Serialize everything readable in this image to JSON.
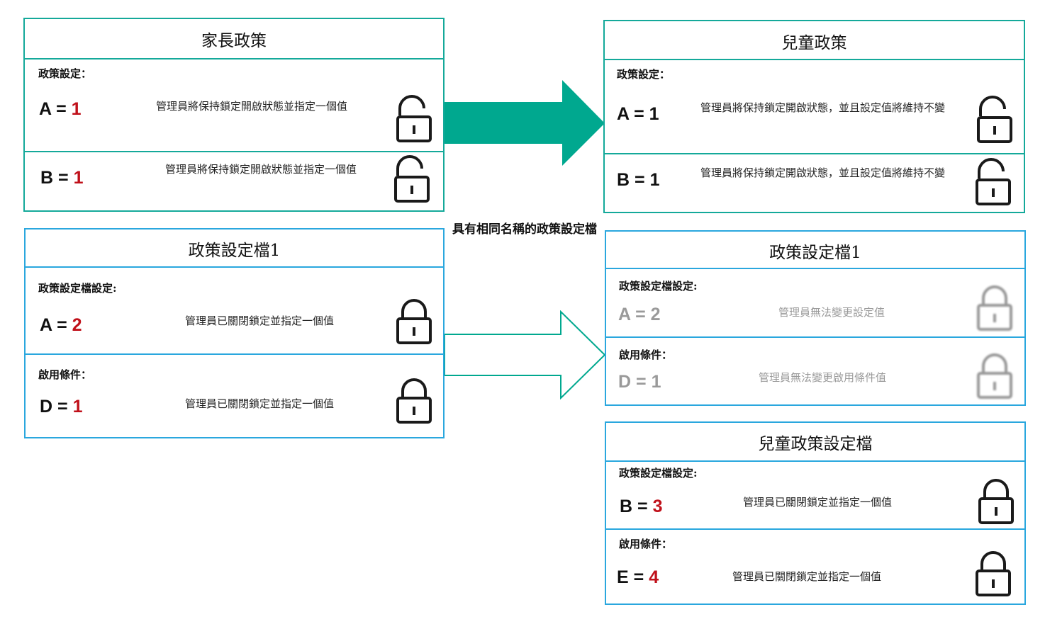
{
  "parent_policy": {
    "title": "家長政策",
    "section_label": "政策設定：",
    "rows": [
      {
        "key": "A",
        "op": " = ",
        "value": "1",
        "desc": "管理員將保持鎖定開啟狀態並指定一個值",
        "lock": "open"
      },
      {
        "key": "B",
        "op": " = ",
        "value": "1",
        "desc": "管理員將保持鎖定開啟狀態並指定一個值",
        "lock": "open"
      }
    ]
  },
  "child_policy": {
    "title": "兒童政策",
    "section_label": "政策設定：",
    "rows": [
      {
        "key": "A",
        "op": " = ",
        "value": "1",
        "desc": "管理員將保持鎖定開啟狀態，並且設定值將維持不變",
        "lock": "open"
      },
      {
        "key": "B",
        "op": " = ",
        "value": "1",
        "desc": "管理員將保持鎖定開啟狀態，並且設定值將維持不變",
        "lock": "open"
      }
    ]
  },
  "parent_profile": {
    "title": "政策設定檔1",
    "settings_label": "政策設定檔設定:",
    "setting": {
      "key": "A",
      "op": " = ",
      "value": "2",
      "desc": "管理員已關閉鎖定並指定一個值",
      "lock": "closed"
    },
    "conditions_label": "啟用條件：",
    "condition": {
      "key": "D",
      "op": " = ",
      "value": "1",
      "desc": "管理員已關閉鎖定並指定一個值",
      "lock": "closed"
    }
  },
  "middle_label": "具有相同名稱的政策設定檔",
  "child_profile": {
    "title": "政策設定檔1",
    "settings_label": "政策設定檔設定:",
    "setting": {
      "key": "A",
      "op": " = ",
      "value": "2",
      "desc": "管理員無法變更設定值",
      "lock": "closed-disabled"
    },
    "conditions_label": "啟用條件：",
    "condition": {
      "key": "D",
      "op": " = ",
      "value": "1",
      "desc": "管理員無法變更啟用條件值",
      "lock": "closed-disabled"
    }
  },
  "child_own_profile": {
    "title": "兒童政策設定檔",
    "settings_label": "政策設定檔設定:",
    "setting": {
      "key": "B",
      "op": " = ",
      "value": "3",
      "desc": "管理員已關閉鎖定並指定一個值",
      "lock": "closed"
    },
    "conditions_label": "啟用條件：",
    "condition": {
      "key": "E",
      "op": " = ",
      "value": "4",
      "desc": "管理員已關閉鎖定並指定一個值",
      "lock": "closed"
    }
  },
  "colors": {
    "policy_border": "#14a99a",
    "profile_border": "#2aa7de",
    "value_red": "#c0101a",
    "arrow_fill": "#00a88f",
    "disabled_gray": "#9a9a9a"
  },
  "icons": {
    "open_lock": "lock-open-icon",
    "closed_lock": "lock-closed-icon",
    "arrow": "arrow-right-icon"
  }
}
